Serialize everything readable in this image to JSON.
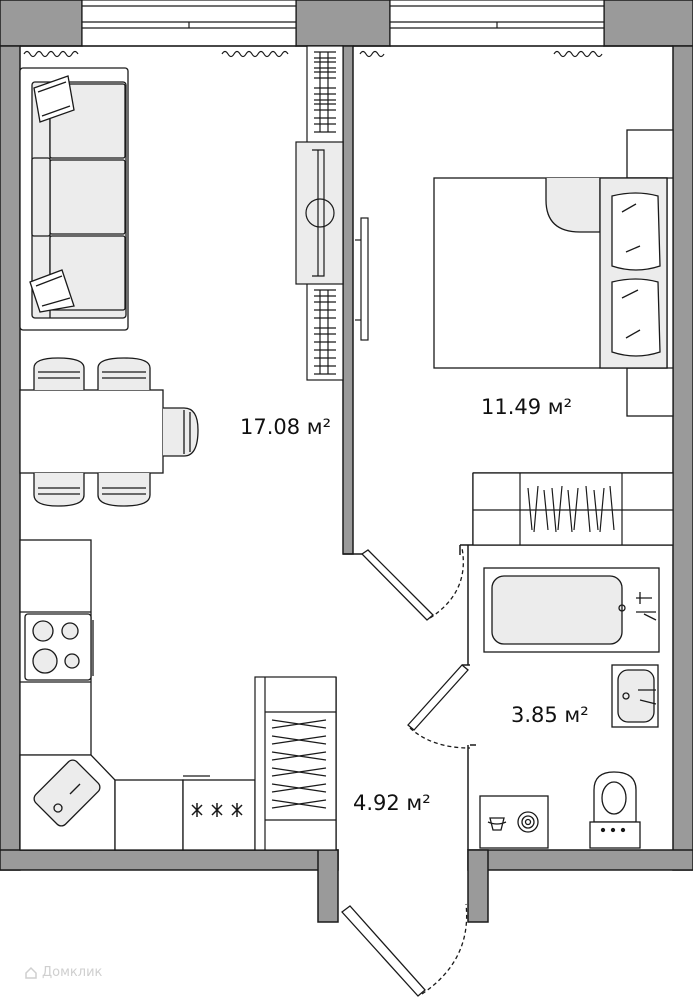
{
  "rooms": {
    "living": {
      "area": "17.08 м²"
    },
    "bedroom": {
      "area": "11.49 м²"
    },
    "bathroom": {
      "area": "3.85 м²"
    },
    "hallway": {
      "area": "4.92 м²"
    }
  },
  "watermark": {
    "text": "Домклик"
  },
  "colors": {
    "wall": "#9a9a9a",
    "line": "#1a1a1a",
    "furniture_fill": "#ececec",
    "background": "#ffffff"
  }
}
